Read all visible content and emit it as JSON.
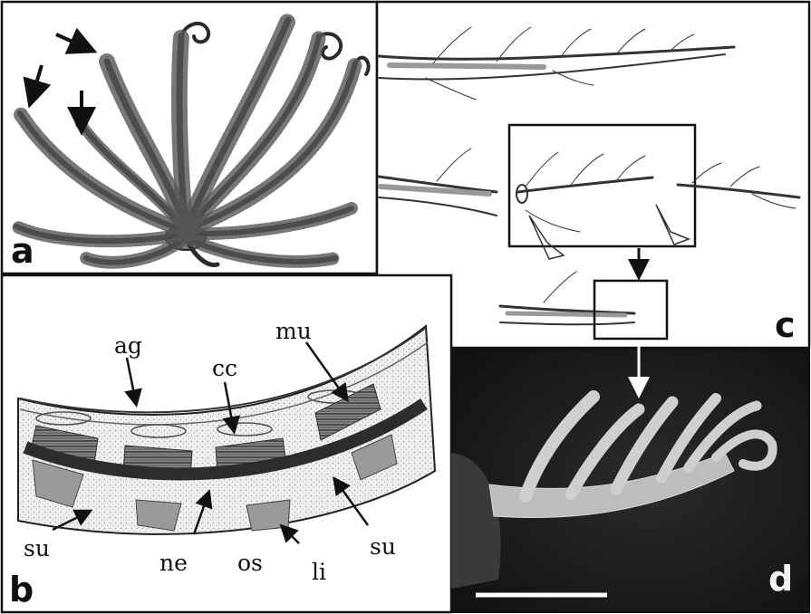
{
  "figure": {
    "panels": [
      {
        "label": "a",
        "content": "crinoid-drawing-with-regenerating-arms"
      },
      {
        "label": "b",
        "content": "arm-cross-section-schematic"
      },
      {
        "label": "c",
        "content": "regeneration-sequence-drawing"
      },
      {
        "label": "d",
        "content": "photograph-regenerating-arm-tip"
      }
    ],
    "annotations": {
      "ag": "ag",
      "cc": "cc",
      "mu": "mu",
      "su_left": "su",
      "su_right": "su",
      "ne": "ne",
      "os": "os",
      "li": "li"
    },
    "scale_bar": "present",
    "colors": {
      "ink": "#1a1a1a",
      "photo_bg": "#1b1b1b",
      "stipple": "#e6e6e6",
      "muscle": "#6e6e6e",
      "nerve": "#3a3a3a"
    }
  }
}
